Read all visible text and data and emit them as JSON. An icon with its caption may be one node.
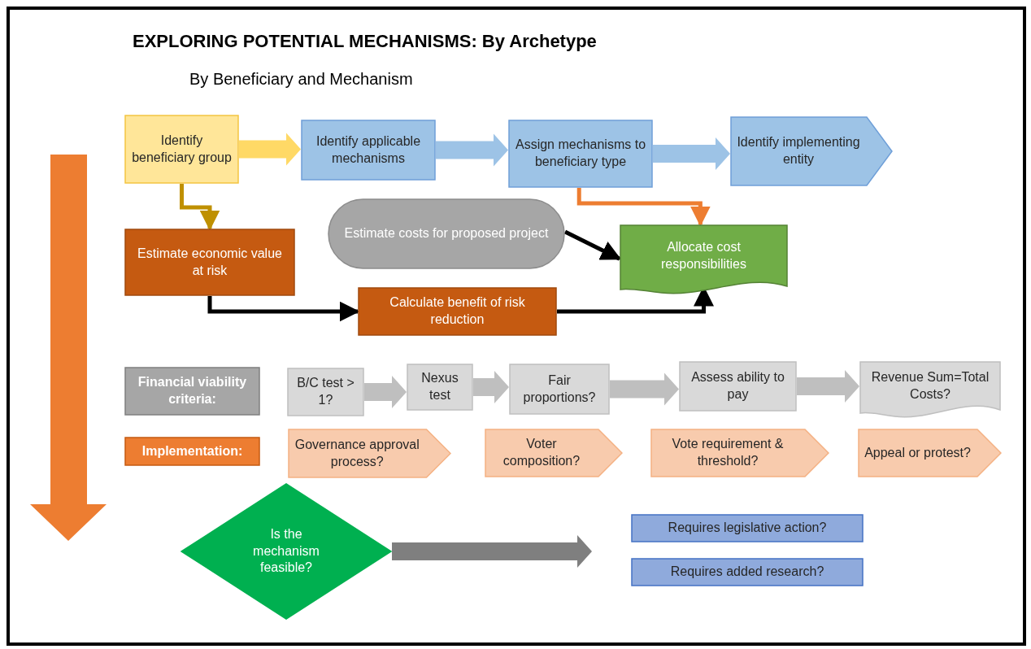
{
  "diagram": {
    "title": "EXPLORING POTENTIAL MECHANISMS: By Archetype",
    "nodes": [
      {
        "text": [
          "Identify beneficiary group"
        ]
      },
      {
        "text": [
          "Identify applicable mechanisms"
        ]
      },
      {
        "text": [
          "Assign mechanisms to beneficiary type"
        ]
      },
      {
        "text": [
          "Identify implementing entity"
        ]
      },
      {
        "text": [
          "Estimate costs for proposed project"
        ]
      },
      {
        "text": [
          "Allocate cost responsibilities"
        ]
      },
      {
        "text": [
          "Estimate economic value at risk"
        ]
      },
      {
        "text": [
          "Calculate benefit of risk reduction"
        ]
      },
      {
        "text": [
          "Financial viability criteria:"
        ]
      },
      {
        "text": [
          "B/C test > 1?"
        ]
      },
      {
        "text": [
          "Nexus test"
        ]
      },
      {
        "text": [
          "Fair proportions?"
        ]
      },
      {
        "text": [
          "Assess ability to pay"
        ]
      },
      {
        "text": [
          "Revenue Sum=Total Costs?"
        ]
      },
      {
        "text": [
          "Implementation:"
        ]
      },
      {
        "text": [
          "Governance approval process?"
        ]
      },
      {
        "text": [
          "Voter composition?"
        ]
      },
      {
        "text": [
          "Vote requirement & threshold?"
        ]
      },
      {
        "text": [
          "Appeal or protest?"
        ]
      },
      {
        "text": [
          "Is the mechanism feasible?"
        ]
      },
      {
        "text": [
          "Requires legislative action?"
        ]
      },
      {
        "text": [
          "Requires added research?"
        ]
      }
    ],
    "edges": [
      {
        "from": 0,
        "to": 1,
        "arrow": "to",
        "style": "thick",
        "color": "#ffd966"
      },
      {
        "from": 1,
        "to": 2,
        "arrow": "to",
        "style": "thick",
        "color": "#9dc3e6"
      },
      {
        "from": 2,
        "to": 3,
        "arrow": "to",
        "style": "thick",
        "color": "#9dc3e6"
      },
      {
        "from": 0,
        "to": 6,
        "arrow": "to",
        "color": "#bf9000"
      },
      {
        "from": 2,
        "to": 5,
        "arrow": "to",
        "color": "#ed7d31"
      },
      {
        "from": 4,
        "to": 5,
        "arrow": "to",
        "color": "#000000"
      },
      {
        "from": 6,
        "to": 7,
        "arrow": "to",
        "color": "#000000"
      },
      {
        "from": 7,
        "to": 5,
        "arrow": "to",
        "color": "#000000"
      },
      {
        "from": 9,
        "to": 10,
        "arrow": "to",
        "style": "thick",
        "color": "#bfbfbf"
      },
      {
        "from": 10,
        "to": 11,
        "arrow": "to",
        "style": "thick",
        "color": "#bfbfbf"
      },
      {
        "from": 11,
        "to": 12,
        "arrow": "to",
        "style": "thick",
        "color": "#bfbfbf"
      },
      {
        "from": 12,
        "to": 13,
        "arrow": "to",
        "style": "thick",
        "color": "#bfbfbf"
      },
      {
        "from": 19,
        "to": null,
        "arrow": "to",
        "style": "thick",
        "color": "#7f7f7f"
      }
    ],
    "labels": [
      "By Beneficiary and Mechanism"
    ]
  }
}
